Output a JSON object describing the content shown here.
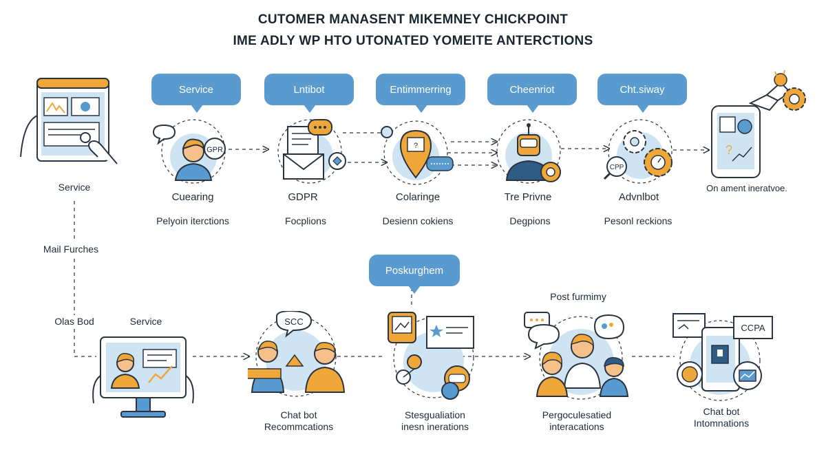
{
  "header": {
    "title_line1": "CUTOMER MANASENT MIKEMNEY CHICKPOINT",
    "title_line2": "IME ADLY WP HTO UTONATED YOMEITE ANTERCTIONS"
  },
  "top_row": {
    "bubbles": [
      "Service",
      "Lntibot",
      "Entimmerring",
      "Cheenriot",
      "Cht.siway"
    ],
    "titles": [
      "Cuearing",
      "GDPR",
      "Colaringe",
      "Tre Privne",
      "Advnlbot"
    ],
    "captions": [
      "Pelyoin iterctions",
      "Focplions",
      "Desienn cokiens",
      "Degpions",
      "Pesonl reckions"
    ],
    "badges": {
      "gpr": "GPR",
      "cpp": "CPP"
    },
    "right_caption": "On ament ineratvoe."
  },
  "left_column": {
    "service_label": "Service",
    "mail_label": "Mail Furches",
    "olas_label": "Olas Bod",
    "service_label_2": "Service"
  },
  "bottom_row": {
    "bubble": "Poskurghem",
    "post_label": "Post furmimy",
    "scc_badge": "SCC",
    "ccpa_badge": "CCPA",
    "captions": [
      [
        "Chat bot",
        "Recommcations"
      ],
      [
        "Stesgualiation",
        "inesn inerations"
      ],
      [
        "Pergoculesatied",
        "interacations"
      ],
      [
        "Chat bot",
        "Intomnations"
      ]
    ]
  },
  "colors": {
    "accent_blue": "#5a9bcf",
    "light_blue": "#cfe4f3",
    "orange": "#f0a73a",
    "outline": "#2a3340"
  }
}
